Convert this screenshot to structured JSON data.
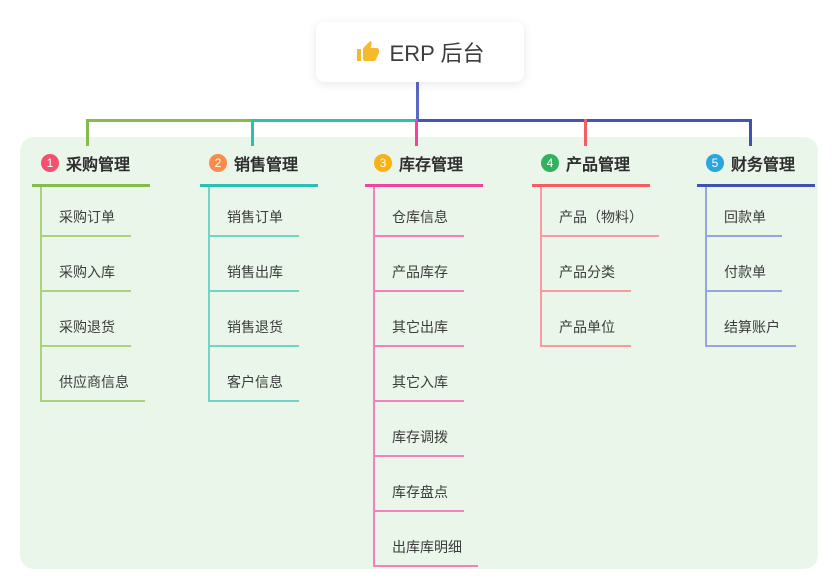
{
  "root": {
    "label": "ERP 后台",
    "icon": "thumbs-up-icon",
    "icon_color": "#f6b92b",
    "line_color": "#5a67c4"
  },
  "connector": {
    "segment_colors": [
      "#84bc4b",
      "#2ac0b2",
      "#4355bb"
    ]
  },
  "branches": [
    {
      "index": "1",
      "label": "采购管理",
      "badge_color": "#f4516c",
      "line_color": "#84bc4b",
      "sub_line_color": "#abd27d",
      "items": [
        "采购订单",
        "采购入库",
        "采购退货",
        "供应商信息"
      ]
    },
    {
      "index": "2",
      "label": "销售管理",
      "badge_color": "#fb8b4b",
      "line_color": "#2ac0b2",
      "sub_line_color": "#74d3c7",
      "items": [
        "销售订单",
        "销售出库",
        "销售退货",
        "客户信息"
      ]
    },
    {
      "index": "3",
      "label": "库存管理",
      "badge_color": "#f9b115",
      "line_color": "#f2449c",
      "sub_line_color": "#f282bb",
      "items": [
        "仓库信息",
        "产品库存",
        "其它出库",
        "其它入库",
        "库存调拨",
        "库存盘点",
        "出库库明细"
      ]
    },
    {
      "index": "4",
      "label": "产品管理",
      "badge_color": "#32b25f",
      "line_color": "#f75c60",
      "sub_line_color": "#f99a9d",
      "items": [
        "产品（物料）",
        "产品分类",
        "产品单位"
      ]
    },
    {
      "index": "5",
      "label": "财务管理",
      "badge_color": "#2aa5e0",
      "line_color": "#3f51b5",
      "sub_line_color": "#96a5db",
      "items": [
        "回款单",
        "付款单",
        "结算账户"
      ]
    }
  ]
}
